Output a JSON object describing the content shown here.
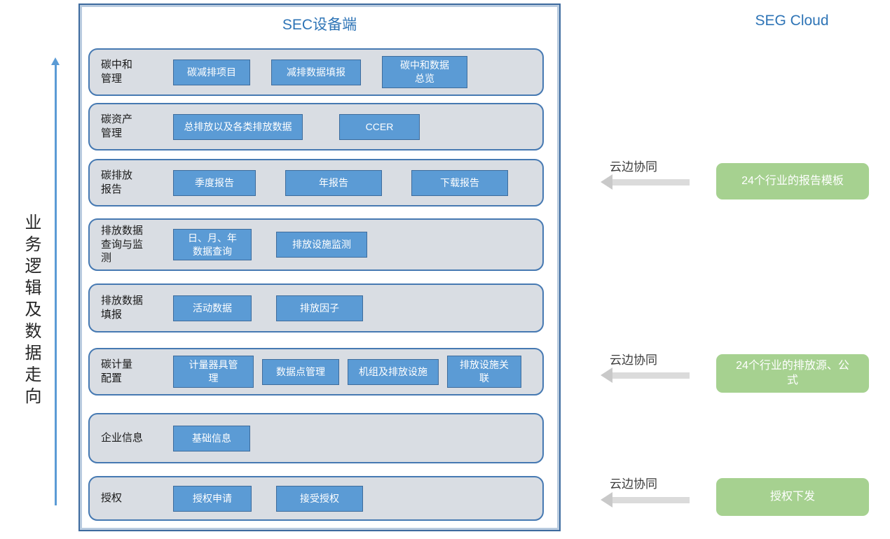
{
  "left_axis": {
    "label": "业务逻辑及数据走向"
  },
  "sec_panel": {
    "title": "SEC设备端",
    "rows": [
      {
        "label": "碳中和\n管理",
        "buttons": [
          "碳减排项目",
          "减排数据填报",
          "碳中和数据\n总览"
        ]
      },
      {
        "label": "碳资产\n管理",
        "buttons": [
          "总排放以及各类排放数据",
          "CCER"
        ]
      },
      {
        "label": "碳排放\n报告",
        "buttons": [
          "季度报告",
          "年报告",
          "下载报告"
        ]
      },
      {
        "label": "排放数据\n查询与监\n测",
        "buttons": [
          "日、月、年\n数据查询",
          "排放设施监测"
        ]
      },
      {
        "label": "排放数据\n填报",
        "buttons": [
          "活动数据",
          "排放因子"
        ]
      },
      {
        "label": "碳计量\n配置",
        "buttons": [
          "计量器具管\n理",
          "数据点管理",
          "机组及排放设施",
          "排放设施关\n联"
        ]
      },
      {
        "label": "企业信息",
        "buttons": [
          "基础信息"
        ]
      },
      {
        "label": "授权",
        "buttons": [
          "授权申请",
          "接受授权"
        ]
      }
    ]
  },
  "seg_cloud": {
    "title": "SEG Cloud",
    "sync_label_1": "云边协同",
    "sync_label_2": "云边协同",
    "sync_label_3": "云边协同",
    "boxes": [
      "24个行业的报告模板",
      "24个行业的排放源、公\n式",
      "授权下发"
    ]
  },
  "colors": {
    "title_blue": "#2E74B6",
    "chip_blue": "#5B9BD5",
    "chip_border": "#3E6C9C",
    "row_fill": "#D9DDE3",
    "row_border": "#4679B2",
    "panel_border": "#3D6A9E",
    "cloud_green": "#A6D190",
    "arrow_gray": "#C9C9C9",
    "flow_arrow_blue": "#5B9BD5"
  }
}
